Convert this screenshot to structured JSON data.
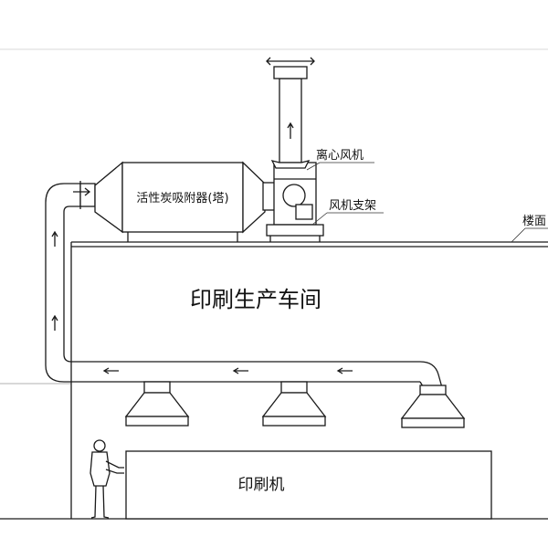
{
  "labels": {
    "adsorber": "活性炭吸附器(塔)",
    "fan": "离心风机",
    "fan_stand": "风机支架",
    "floor": "楼面",
    "workshop": "印刷生产车间",
    "machine": "印刷机"
  },
  "colors": {
    "line": "#1a1a1a",
    "background": "#ffffff"
  }
}
